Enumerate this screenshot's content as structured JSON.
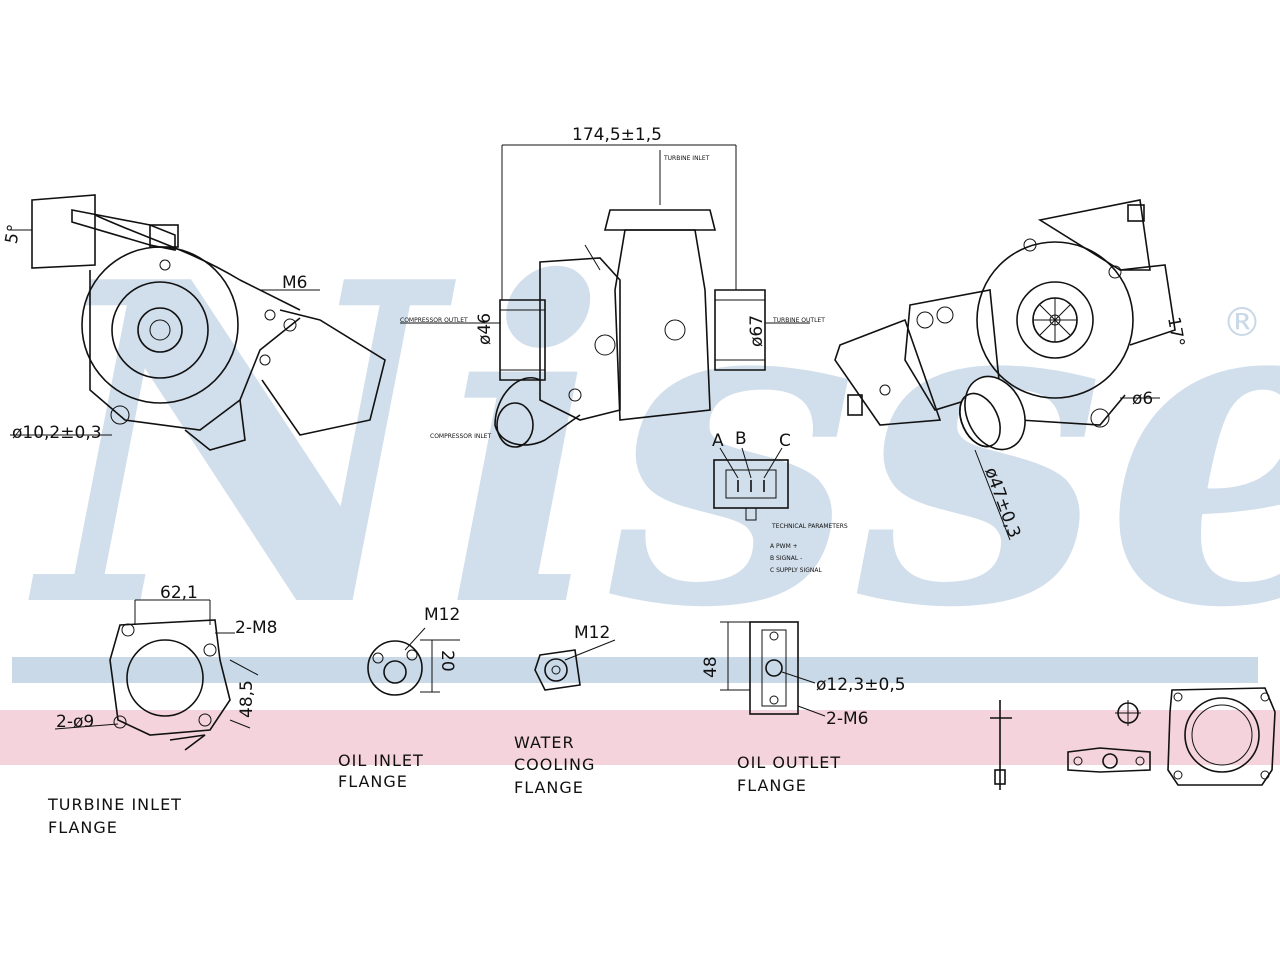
{
  "brand": {
    "watermark_text": "Nissens",
    "registered_mark": "®",
    "band_blue": "#c9d9e8",
    "band_pink": "#f4d3dc"
  },
  "dimensions": {
    "overall_length": "174,5±1,5",
    "angle_left": "5°",
    "thread_m6": "M6",
    "diam_left": "ø10,2±0,3",
    "diam_inlet": "ø46",
    "diam_outlet": "ø67",
    "angle_right": "17°",
    "diam_6": "ø6",
    "diam_47": "ø47±0,3"
  },
  "connector": {
    "pin_a": "A",
    "pin_b": "B",
    "pin_c": "C"
  },
  "small_labels": {
    "turbine_inlet_small": "TURBINE INLET",
    "compressor_outlet": "COMPRESSOR OUTLET",
    "turbine_outlet": "TURBINE OUTLET",
    "compressor_inlet": "COMPRESSOR INLET",
    "tech_params_title": "TECHNICAL PARAMETERS",
    "tech_a": "A   PWM +",
    "tech_b": "B   SIGNAL -",
    "tech_c": "C   SUPPLY SIGNAL"
  },
  "flanges": {
    "turbine_inlet": {
      "width": "62,1",
      "thread": "2-M8",
      "holes": "2-ø9",
      "height": "48,5",
      "caption_1": "TURBINE INLET",
      "caption_2": "FLANGE"
    },
    "oil_inlet": {
      "thread": "M12",
      "dim": "20",
      "caption_1": "OIL INLET",
      "caption_2": "FLANGE"
    },
    "water_cooling": {
      "thread": "M12",
      "caption_1": "WATER",
      "caption_2": "COOLING",
      "caption_3": "FLANGE"
    },
    "oil_outlet": {
      "height": "48",
      "diam": "ø12,3±0,5",
      "thread": "2-M6",
      "caption_1": "OIL OUTLET",
      "caption_2": "FLANGE"
    }
  }
}
